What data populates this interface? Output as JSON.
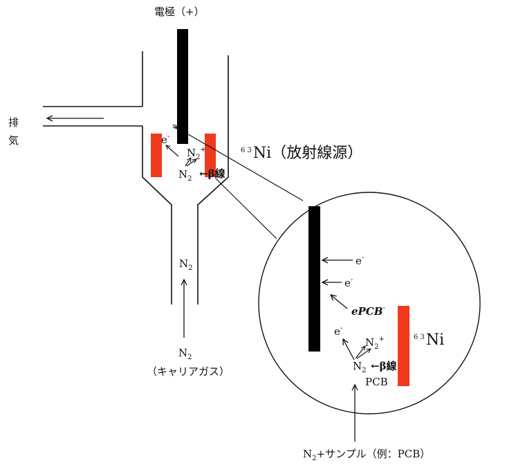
{
  "labels": {
    "electrode": "電極（+）",
    "exhaust_1": "排",
    "exhaust_2": "気",
    "ni_source_sup": "6 3",
    "ni_source_main": "Ni（放射線源）",
    "e_minus": "e",
    "minus": "-",
    "n2": "N",
    "sub2": "2",
    "plus": "+",
    "beta_ray": "←β線",
    "carrier_gas": "（キャリアガス）",
    "zoom_ni_sup": "6 3",
    "zoom_ni_main": "Ni",
    "epcb": "ePCB",
    "pcb": "PCB",
    "sample_plus": "+サンプル（例：PCB）"
  },
  "colors": {
    "ni_foil": "#f03a1c",
    "electrode": "#000000",
    "line": "#111111"
  }
}
